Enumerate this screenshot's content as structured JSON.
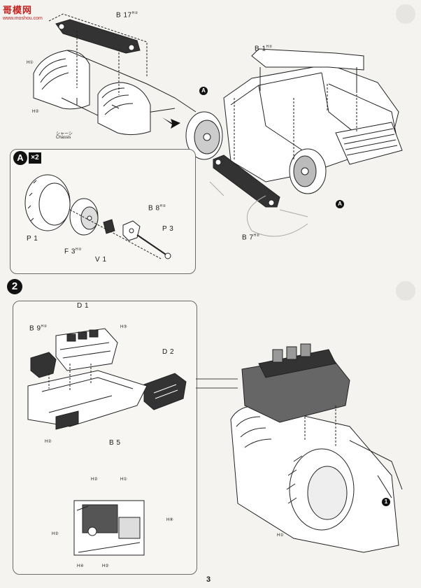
{
  "watermark": {
    "site_name": "哥模网",
    "url": "www.moshou.com"
  },
  "step1": {
    "chassis_jp": "シャーシ",
    "chassis_en": "Chassis",
    "labels": {
      "b17": "B 17",
      "b1": "B 1",
      "h1": "H",
      "h2": "H",
      "b7": "B 7",
      "a_marker": "A"
    },
    "callout": {
      "id": "A",
      "multiplier": "×2",
      "labels": {
        "p1": "P 1",
        "f3": "F 3",
        "v1": "V 1",
        "b8": "B 8",
        "p3": "P 3"
      }
    }
  },
  "step2": {
    "number": "2",
    "labels": {
      "d1": "D 1",
      "d2": "D 2",
      "b9": "B 9",
      "b5": "B 5",
      "h3": "H",
      "h4": "H",
      "h5": "H",
      "h6": "H",
      "h7": "H",
      "h8": "H",
      "h9": "H"
    },
    "marker": "1"
  },
  "page_number": "3"
}
